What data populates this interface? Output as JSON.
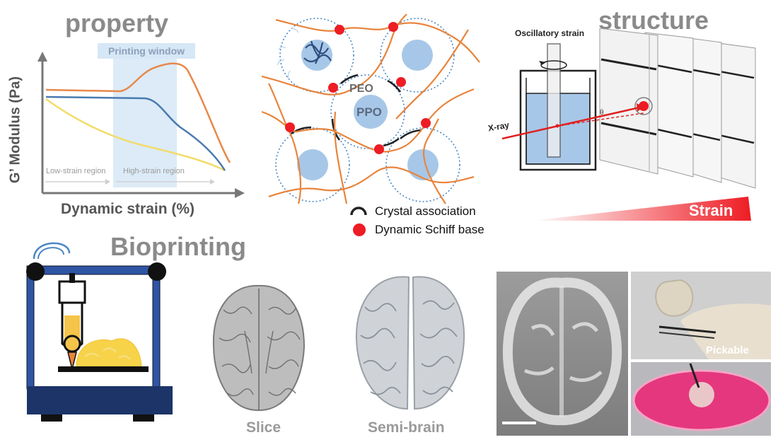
{
  "property": {
    "title": "property",
    "window_label": "Printing window",
    "y_label": "G’ Modulus (Pa)",
    "x_label": "Dynamic strain (%)",
    "low_region": "Low-strain region",
    "high_region": "High-strain region",
    "colors": {
      "orange": "#e8884a",
      "blue": "#4a7ab0",
      "yellow": "#f2dc6a",
      "window": "#d6e7f6"
    }
  },
  "network": {
    "peo_label": "PEO",
    "ppo_label": "PPO",
    "legend_crystal": "Crystal association",
    "legend_schiff": "Dynamic Schiff base",
    "colors": {
      "chain": "#e8843c",
      "core": "#a7c7e8",
      "dot": "#ee1c24"
    }
  },
  "structure": {
    "title": "structure",
    "oscillatory_label": "Oscillatory strain",
    "xray_label": "X-ray",
    "theta_label": "θ",
    "strain_label": "Strain"
  },
  "bioprinting": {
    "title": "Bioprinting",
    "slice_label": "Slice",
    "semi_brain_label": "Semi-brain",
    "pickable_label": "Pickable"
  }
}
